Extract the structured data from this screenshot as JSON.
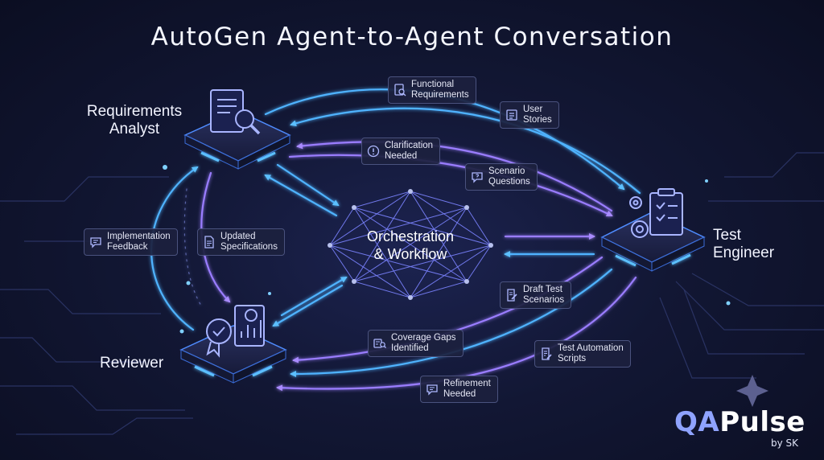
{
  "title": "AutoGen Agent-to-Agent Conversation",
  "agents": {
    "requirements_analyst": {
      "line1": "Requirements",
      "line2": "Analyst",
      "icon": "document-magnifier-icon"
    },
    "test_engineer": {
      "line1": "Test",
      "line2": "Engineer",
      "icon": "clipboard-gears-icon"
    },
    "reviewer": {
      "line1": "Reviewer",
      "icon": "badge-chart-icon"
    }
  },
  "center": {
    "line1": "Orchestration",
    "line2": "& Workflow",
    "icon": "network-mesh-icon"
  },
  "messages": [
    {
      "id": "functional-requirements",
      "line1": "Functional",
      "line2": "Requirements",
      "icon": "document-search-icon"
    },
    {
      "id": "user-stories",
      "line1": "User",
      "line2": "Stories",
      "icon": "list-icon"
    },
    {
      "id": "clarification-needed",
      "line1": "Clarification",
      "line2": "Needed",
      "icon": "exclamation-icon"
    },
    {
      "id": "scenario-questions",
      "line1": "Scenario",
      "line2": "Questions",
      "icon": "question-bubble-icon"
    },
    {
      "id": "implementation-feedback",
      "line1": "Implementation",
      "line2": "Feedback",
      "icon": "chat-icon"
    },
    {
      "id": "updated-specifications",
      "line1": "Updated",
      "line2": "Specifications",
      "icon": "document-icon"
    },
    {
      "id": "draft-test-scenarios",
      "line1": "Draft Test",
      "line2": "Scenarios",
      "icon": "edit-document-icon"
    },
    {
      "id": "coverage-gaps-identified",
      "line1": "Coverage Gaps",
      "line2": "Identified",
      "icon": "gap-search-icon"
    },
    {
      "id": "test-automation-scripts",
      "line1": "Test Automation",
      "line2": "Scripts",
      "icon": "script-icon"
    },
    {
      "id": "refinement-needed",
      "line1": "Refinement",
      "line2": "Needed",
      "icon": "chat-icon"
    }
  ],
  "brand": {
    "main_a": "QA",
    "main_b": "Pulse",
    "sub": "by SK",
    "icon": "sparkle-icon"
  },
  "colors": {
    "background": "#121734",
    "blue_flow": "#4fb3ff",
    "purple_flow": "#9a7dff",
    "tag_bg": "#1c213e",
    "platform_glow": "#4f8cff"
  }
}
